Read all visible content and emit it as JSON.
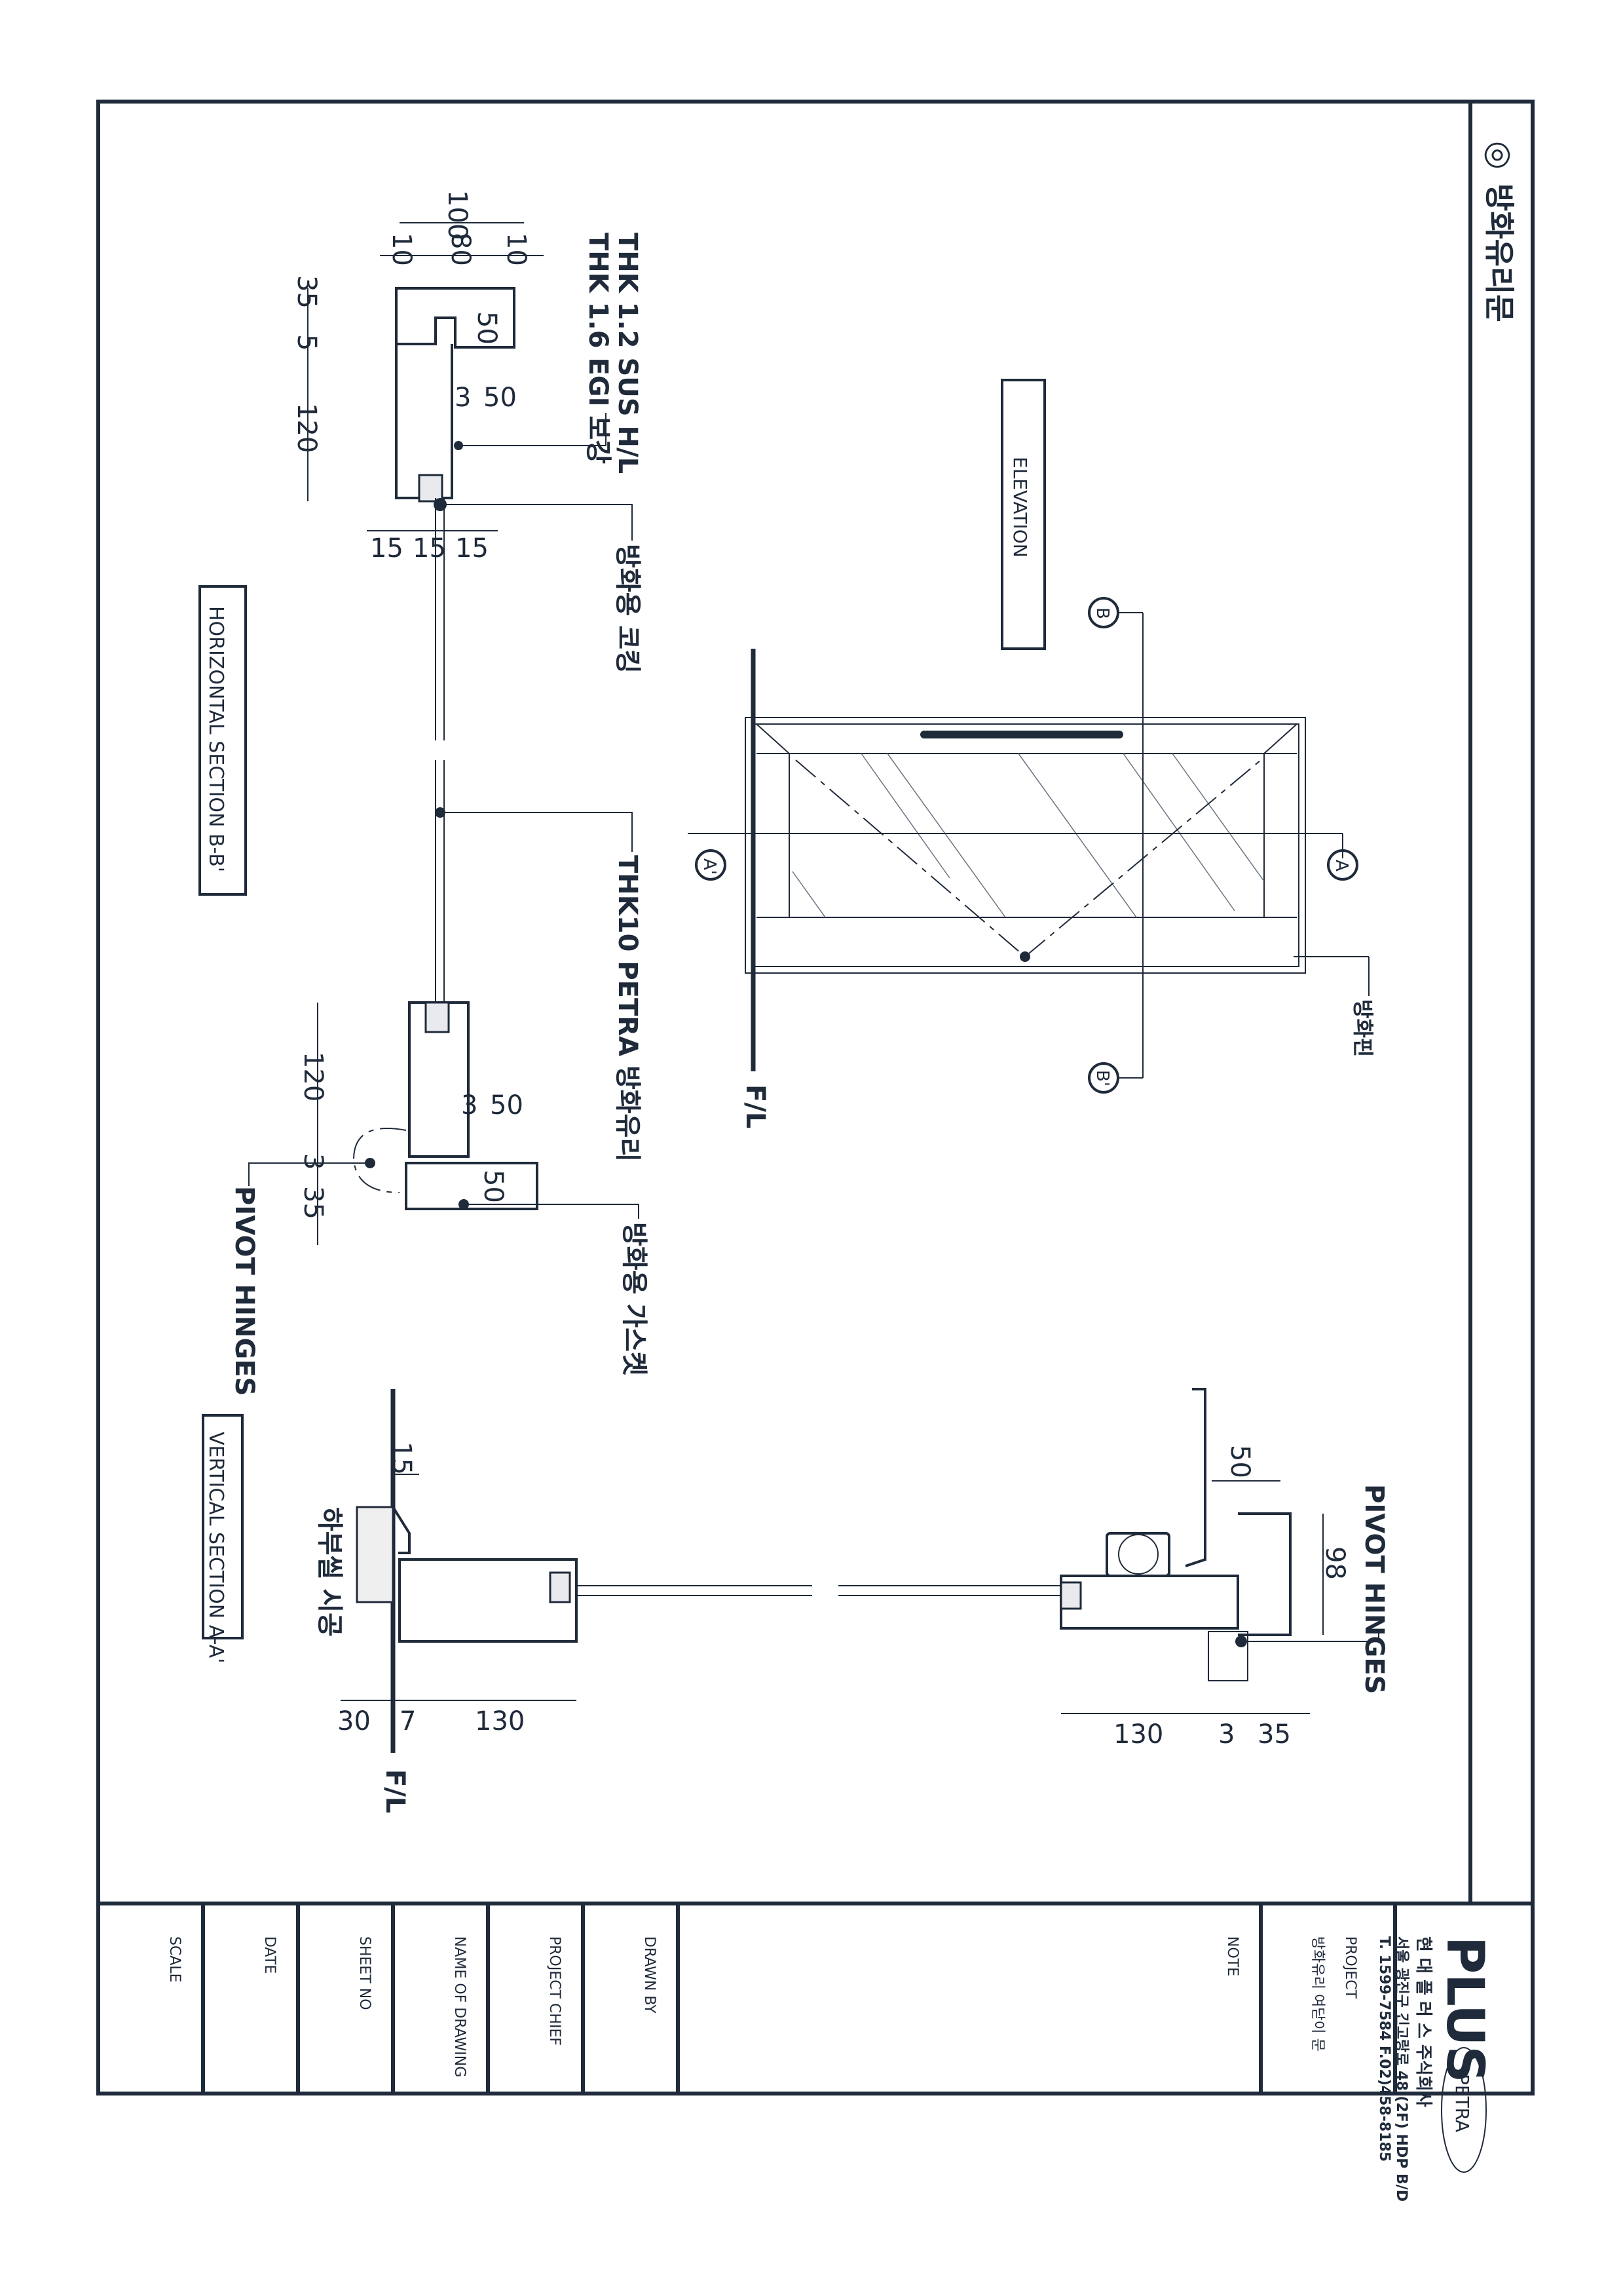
{
  "sheet": {
    "title_mark": "◎",
    "title": "방화유리문"
  },
  "elevation": {
    "label": "ELEVATION",
    "section_markers": [
      "B",
      "B'",
      "A",
      "A'"
    ],
    "floor_line": "F/L",
    "pin_label": "방화핀"
  },
  "horizontal_section": {
    "label": "HORIZONTAL SECTION B-B'",
    "dims_top": [
      "100",
      "10",
      "80",
      "10"
    ],
    "dims_side": [
      "35",
      "5",
      "120"
    ],
    "dim_frame_depth": "50",
    "dims_mid": [
      "3",
      "50"
    ],
    "dims_caulk": [
      "15",
      "15",
      "15"
    ],
    "dims_bottom": [
      "120",
      "3",
      "35"
    ],
    "dims_bottom_mid": [
      "3",
      "50"
    ],
    "dim_bottom_frame": "50",
    "material_1": "THK 1.2 SUS H/L",
    "material_2": "THK 1.6 EGI 보강",
    "caulking": "방화용 코킹",
    "glass": "THK10 PETRA 방화유리",
    "gasket": "방화용 가스켓",
    "hinge": "PIVOT HINGES"
  },
  "vertical_section": {
    "label": "VERTICAL SECTION A-A'",
    "floor_line": "F/L",
    "dim_15": "15",
    "dims_bottom": [
      "30",
      "7",
      "130"
    ],
    "bottom_seal": "하부씰 시공",
    "hinge": "PIVOT HINGES",
    "dim_50": "50",
    "dim_98": "98",
    "dims_top": [
      "130",
      "3",
      "35"
    ]
  },
  "title_block": {
    "logo_text": "PLUS",
    "logo_fish": "PETRA",
    "company": "현 대 플 러 스 주식회사",
    "address": "서울 광진구 긴고랑로 48 (2F) HDP B/D",
    "contact": "T. 1599-7584  F.02)458-8185",
    "project_label": "PROJECT",
    "project_value": "방화유리 여닫이 문",
    "note_label": "NOTE",
    "fields": [
      "DRAWN BY",
      "PROJECT CHIEF",
      "NAME OF DRAWING",
      "SHEET NO",
      "DATE",
      "SCALE"
    ]
  }
}
